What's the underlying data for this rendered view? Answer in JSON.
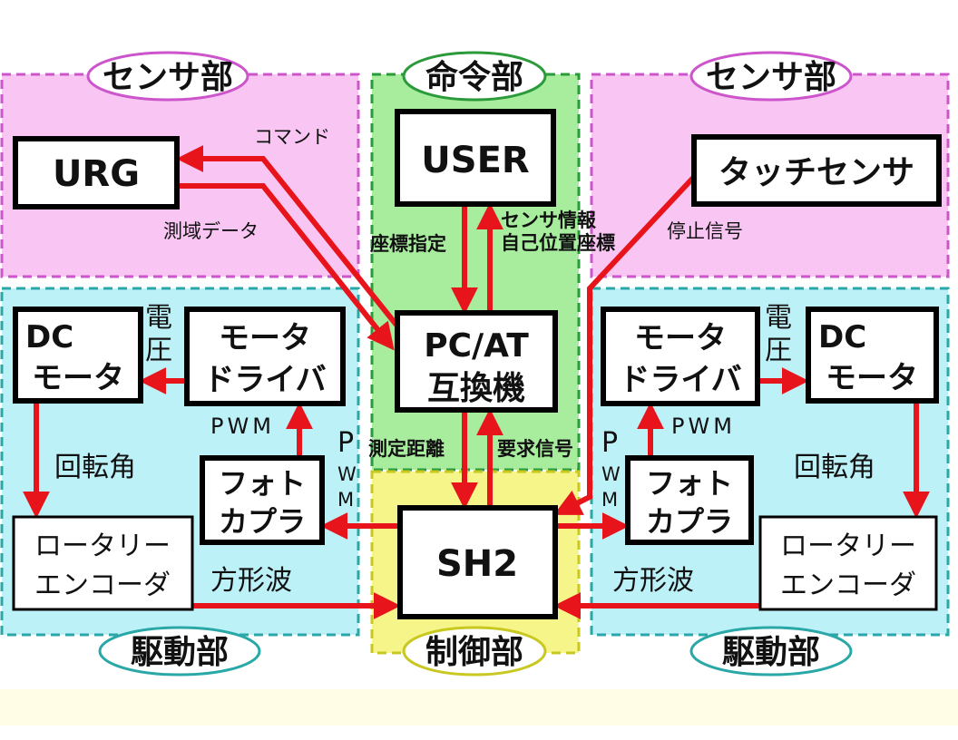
{
  "colors": {
    "sensor": "#f9c6f3",
    "command": "#a8ec9e",
    "drive": "#bdf1f8",
    "control": "#f5f58a",
    "arrow": "#e8141c",
    "footer": "#fffde6"
  },
  "regions": {
    "sensor_left": "センサ部",
    "command": "命令部",
    "sensor_right": "センサ部",
    "drive_left": "駆動部",
    "control": "制御部",
    "drive_right": "駆動部"
  },
  "blocks": {
    "urg": "URG",
    "user": "USER",
    "touch_sensor": "タッチセンサ",
    "pc_line1": "PC/AT",
    "pc_line2": "互換機",
    "sh2": "SH2",
    "dc_motor_line1": "DC",
    "dc_motor_line2": "モータ",
    "motor_driver_line1": "モータ",
    "motor_driver_line2": "ドライバ",
    "photocoupler_line1": "フォト",
    "photocoupler_line2": "カプラ",
    "encoder_line1": "ロータリー",
    "encoder_line2": "エンコーダ"
  },
  "signals": {
    "command": "コマンド",
    "range_data": "測域データ",
    "coord_spec": "座標指定",
    "sensor_info": "センサ情報",
    "self_position": "自己位置座標",
    "stop_signal": "停止信号",
    "measured_distance": "測定距離",
    "request_signal": "要求信号",
    "voltage_1": "電",
    "voltage_2": "圧",
    "pwm": "PWM",
    "p": "P",
    "w": "W",
    "m": "M",
    "rotation_angle": "回転角",
    "square_wave": "方形波"
  }
}
